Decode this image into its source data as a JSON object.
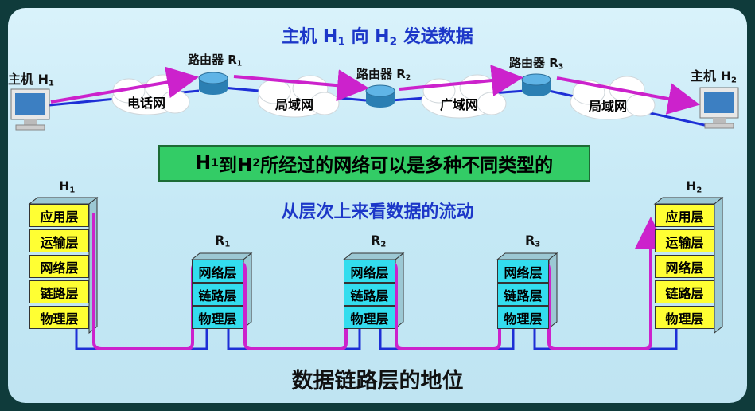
{
  "title": {
    "prefix": "主机 H",
    "s1": "1",
    "mid": " 向 H",
    "s2": "2",
    "suffix": " 发送数据"
  },
  "hosts": {
    "h1_label": {
      "text": "主机 H",
      "sub": "1"
    },
    "h2_label": {
      "text": "主机 H",
      "sub": "2"
    }
  },
  "routers": [
    {
      "text": "路由器 R",
      "sub": "1"
    },
    {
      "text": "路由器 R",
      "sub": "2"
    },
    {
      "text": "路由器 R",
      "sub": "3"
    }
  ],
  "networks": [
    "电话网",
    "局域网",
    "广域网",
    "局域网"
  ],
  "banner": {
    "a": "H",
    "s1": "1",
    "b": " 到H",
    "s2": "2",
    "c": " 所经过的网络可以是多种不同类型的"
  },
  "subtitle": "从层次上来看数据的流动",
  "stack_labels": {
    "h1": {
      "text": "H",
      "sub": "1"
    },
    "h2": {
      "text": "H",
      "sub": "2"
    },
    "r1": {
      "text": "R",
      "sub": "1"
    },
    "r2": {
      "text": "R",
      "sub": "2"
    },
    "r3": {
      "text": "R",
      "sub": "3"
    }
  },
  "host_layers": [
    "应用层",
    "运输层",
    "网络层",
    "链路层",
    "物理层"
  ],
  "router_layers": [
    "网络层",
    "链路层",
    "物理层"
  ],
  "bottom_title": "数据链路层的地位",
  "colors": {
    "title": "#1c37c8",
    "banner": "#33cc66",
    "host_layer": "#ffff33",
    "router_layer": "#33ddee",
    "flow": "#cc22cc",
    "wire": "#1d2fd6"
  }
}
